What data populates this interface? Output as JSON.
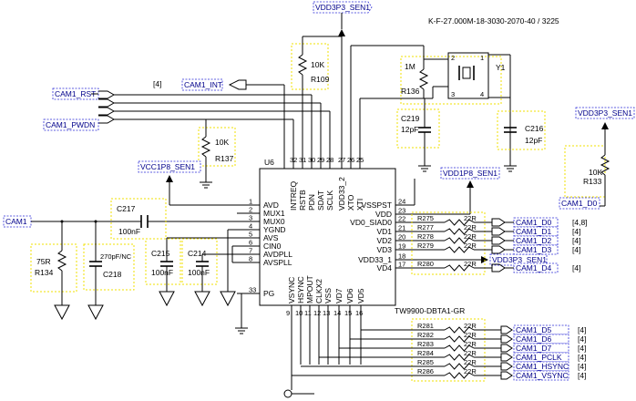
{
  "chip": {
    "ref": "U6",
    "part": "TW9900-DBTA1-GR",
    "left_pins": [
      {
        "name": "AVD",
        "num": "1"
      },
      {
        "name": "MUX1",
        "num": "2"
      },
      {
        "name": "MUX0",
        "num": "3"
      },
      {
        "name": "YGND",
        "num": "4"
      },
      {
        "name": "AVS",
        "num": "5"
      },
      {
        "name": "CIN0",
        "num": "6"
      },
      {
        "name": "AVDPLL",
        "num": "7"
      },
      {
        "name": "AVSPLL",
        "num": "8"
      },
      {
        "name": "PG",
        "num": "33"
      }
    ],
    "top_pins": [
      {
        "name": "INTREQ",
        "num": "32"
      },
      {
        "name": "RSTB",
        "num": "31"
      },
      {
        "name": "PDN",
        "num": "30"
      },
      {
        "name": "SDAT",
        "num": "29"
      },
      {
        "name": "SCLK",
        "num": "28"
      },
      {
        "name": "VDD33_2",
        "num": "27"
      },
      {
        "name": "XTO",
        "num": "26"
      },
      {
        "name": "XTI",
        "num": "25"
      }
    ],
    "right_pins": [
      {
        "name": "VSSPST",
        "num": "24"
      },
      {
        "name": "VDD",
        "num": "23"
      },
      {
        "name": "VD0_SIAD0",
        "num": "22"
      },
      {
        "name": "VD1",
        "num": "21"
      },
      {
        "name": "VD2",
        "num": "20"
      },
      {
        "name": "VD3",
        "num": "19"
      },
      {
        "name": "VDD33_1",
        "num": "18"
      },
      {
        "name": "VD4",
        "num": "17"
      }
    ],
    "bottom_pins": [
      {
        "name": "VSYNC",
        "num": "9"
      },
      {
        "name": "HSYNC",
        "num": "10"
      },
      {
        "name": "MPOUT",
        "num": "11"
      },
      {
        "name": "CLKX2",
        "num": "12"
      },
      {
        "name": "VSS",
        "num": "13"
      },
      {
        "name": "VD7",
        "num": "14"
      },
      {
        "name": "VD6",
        "num": "15"
      },
      {
        "name": "VD5",
        "num": "16"
      }
    ]
  },
  "nets": {
    "vdd3p3_top": "VDD3P3_SEN1",
    "vdd3p3_right": "VDD3P3_SEN1",
    "vdd3p3_out": "VDD3P3_SEN1",
    "vdd1p8": "VDD1P8_SEN1",
    "vcc1p8": "VCC1P8_SEN1",
    "cam_rst": "CAM1_RST",
    "cam_pwdn": "CAM1_PWDN",
    "cam_int": "CAM1_INT",
    "cam_in": "CAM1",
    "cam_d0_right": "CAM1_D0"
  },
  "crystal": {
    "part": "K-F-27.000M-18-3030-2070-40 / 3225",
    "ref": "Y1",
    "pins": [
      "1",
      "2",
      "3",
      "4"
    ]
  },
  "components": {
    "r109": {
      "value": "10K",
      "ref": "R109"
    },
    "r136": {
      "value": "1M",
      "ref": "R136"
    },
    "r137": {
      "value": "10K",
      "ref": "R137"
    },
    "r133": {
      "value": "10K",
      "ref": "R133"
    },
    "r134": {
      "value": "75R",
      "ref": "R134"
    },
    "c219": {
      "ref": "C219",
      "value": "12pF"
    },
    "c216": {
      "ref": "C216",
      "value": "12pF"
    },
    "c217": {
      "ref": "C217",
      "value": "100nF"
    },
    "c218": {
      "ref": "C218",
      "value": "270pF/NC"
    },
    "c215": {
      "ref": "C215",
      "value": "100nF"
    },
    "c214": {
      "ref": "C214",
      "value": "100nF"
    }
  },
  "right_bank": [
    {
      "ref": "R275",
      "value": "22R",
      "net": "CAM1_D0",
      "page": "[4,8]"
    },
    {
      "ref": "R277",
      "value": "22R",
      "net": "CAM1_D1",
      "page": "[4]"
    },
    {
      "ref": "R278",
      "value": "22R",
      "net": "CAM1_D2",
      "page": "[4]"
    },
    {
      "ref": "R279",
      "value": "22R",
      "net": "CAM1_D3",
      "page": "[4]"
    },
    {
      "ref": "R280",
      "value": "22R",
      "net": "CAM1_D4",
      "page": "[4]"
    }
  ],
  "bottom_bank": [
    {
      "ref": "R281",
      "value": "22R",
      "net": "CAM1_D5",
      "page": "[4]"
    },
    {
      "ref": "R282",
      "value": "22R",
      "net": "CAM1_D6",
      "page": "[4]"
    },
    {
      "ref": "R283",
      "value": "22R",
      "net": "CAM1_D7",
      "page": "[4]"
    },
    {
      "ref": "R284",
      "value": "22R",
      "net": "CAM1_PCLK",
      "page": "[4]"
    },
    {
      "ref": "R285",
      "value": "22R",
      "net": "CAM1_HSYNC",
      "page": "[4]"
    },
    {
      "ref": "R286",
      "value": "22R",
      "net": "CAM1_VSYNC",
      "page": "[4]"
    }
  ],
  "ctrl_page": "[4]"
}
